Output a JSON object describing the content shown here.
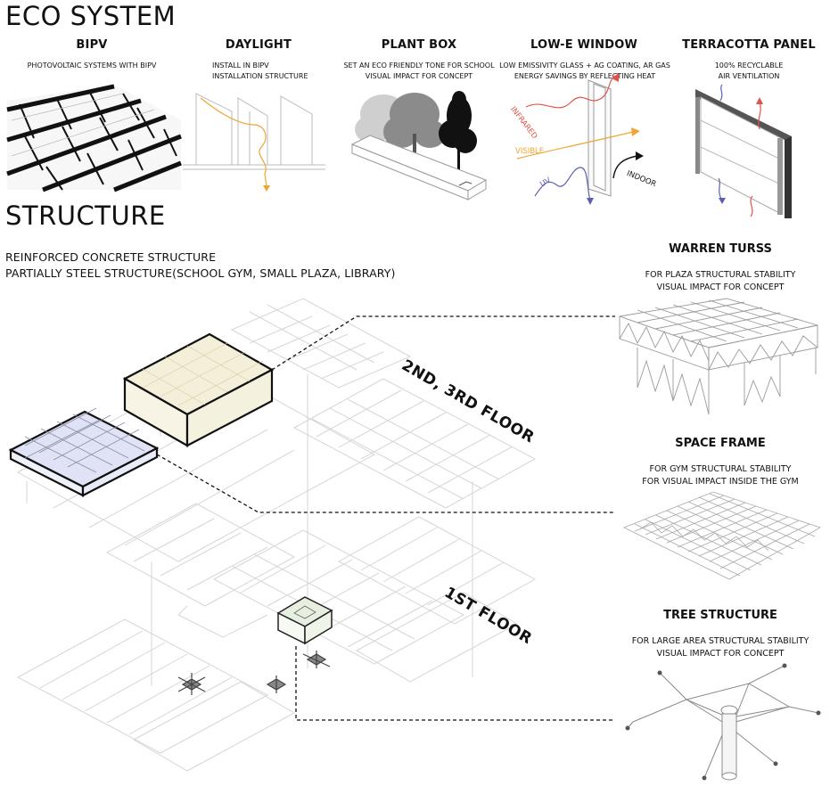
{
  "eco": {
    "title": "ECO SYSTEM",
    "items": [
      {
        "name": "BIPV",
        "lines": [
          "PHOTOVOLTAIC SYSTEMS WITH BIPV"
        ]
      },
      {
        "name": "DAYLIGHT",
        "lines": [
          "INSTALL IN  BIPV",
          "INSTALLATION STRUCTURE"
        ]
      },
      {
        "name": "PLANT BOX",
        "lines": [
          "SET AN ECO FRIENDLY TONE FOR SCHOOL",
          "VISUAL IMPACT FOR CONCEPT"
        ]
      },
      {
        "name": "LOW-E WINDOW",
        "lines": [
          "LOW EMISSIVITY GLASS + AG COATING, AR GAS",
          "ENERGY SAVINGS BY REFLECTING HEAT"
        ]
      },
      {
        "name": "TERRACOTTA PANEL",
        "lines": [
          "100% RECYCLABLE",
          "AIR VENTILATION"
        ]
      }
    ],
    "window_labels": {
      "infrared": "INFRARED",
      "visible": "VISIBLE",
      "uv": "UV",
      "indoor": "INDOOR"
    }
  },
  "structure": {
    "title": "STRUCTURE",
    "lines": [
      "REINFORCED CONCRETE STRUCTURE",
      "PARTIALLY STEEL STRUCTURE(SCHOOL GYM, SMALL PLAZA, LIBRARY)"
    ],
    "floors": {
      "upper": "2ND, 3RD FLOOR",
      "lower": "1ST FLOOR"
    },
    "systems": [
      {
        "name": "WARREN TURSS",
        "lines": [
          "FOR PLAZA STRUCTURAL STABILITY",
          "VISUAL IMPACT FOR CONCEPT"
        ]
      },
      {
        "name": "SPACE FRAME",
        "lines": [
          "FOR GYM STRUCTURAL STABILITY",
          "FOR VISUAL IMPACT INSIDE THE GYM"
        ]
      },
      {
        "name": "TREE STRUCTURE",
        "lines": [
          "FOR LARGE AREA STRUCTURAL STABILITY",
          "VISUAL IMPACT FOR CONCEPT"
        ]
      }
    ]
  },
  "colors": {
    "infrared": "#e0534a",
    "visible": "#f0a534",
    "uv": "#5b5fb0",
    "gym_fill": "#dfe3f5",
    "plaza_fill": "#f3efd9",
    "library_fill": "#e7f0e0"
  }
}
